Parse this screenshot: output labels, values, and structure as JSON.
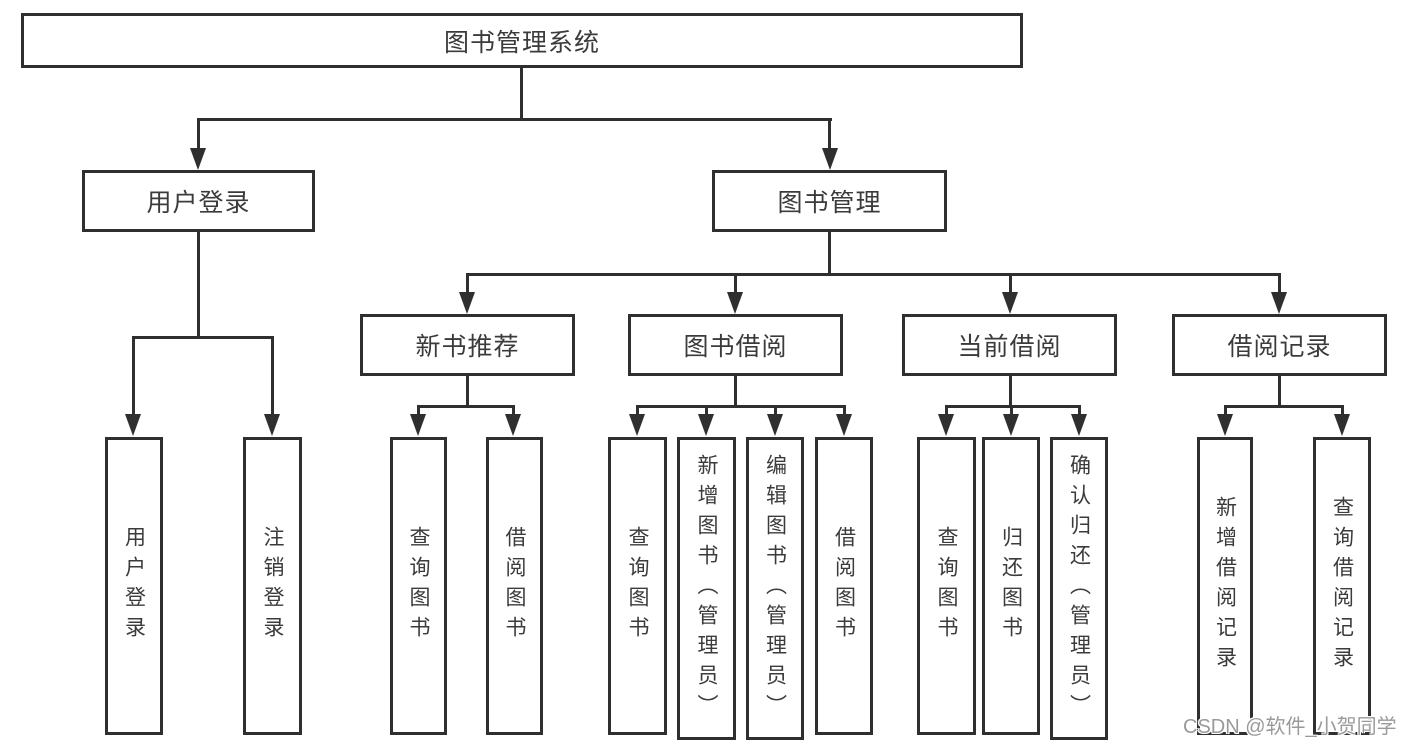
{
  "diagram": {
    "root": {
      "label": "图书管理系统"
    },
    "level2": [
      {
        "label": "用户登录"
      },
      {
        "label": "图书管理"
      }
    ],
    "level3": [
      {
        "label": "新书推荐"
      },
      {
        "label": "图书借阅"
      },
      {
        "label": "当前借阅"
      },
      {
        "label": "借阅记录"
      }
    ],
    "leaves": [
      {
        "label": "用户登录"
      },
      {
        "label": "注销登录"
      },
      {
        "label": "查询图书"
      },
      {
        "label": "借阅图书"
      },
      {
        "label": "查询图书"
      },
      {
        "label": "新增图书（管理员）"
      },
      {
        "label": "编辑图书（管理员）"
      },
      {
        "label": "借阅图书"
      },
      {
        "label": "查询图书"
      },
      {
        "label": "归还图书"
      },
      {
        "label": "确认归还（管理员）"
      },
      {
        "label": "新增借阅记录"
      },
      {
        "label": "查询借阅记录"
      }
    ],
    "watermark": "CSDN @软件_小贺同学",
    "colors": {
      "line": "#2f2f2f",
      "text": "#3b3b3b",
      "watermark": "#9a9a9a",
      "background": "#ffffff"
    }
  }
}
